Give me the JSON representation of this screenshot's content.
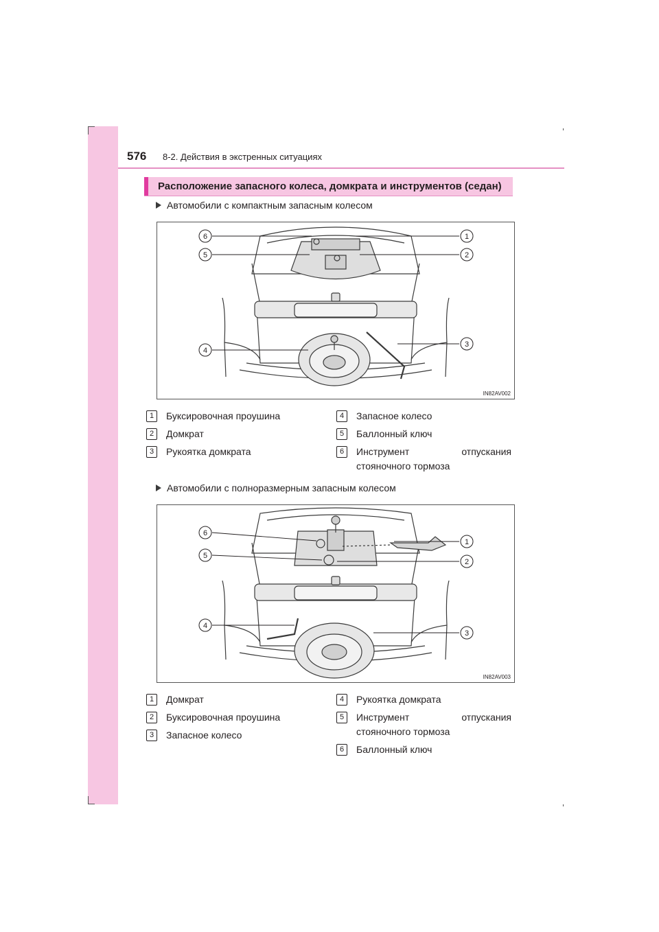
{
  "header": {
    "page_number": "576",
    "running_head": "8-2. Действия в экстренных ситуациях"
  },
  "section": {
    "heading": "Расположение запасного колеса, домкрата и инструментов (седан)"
  },
  "figure1": {
    "bullet": "Автомобили с компактным запасным колесом",
    "code": "IN82AV002",
    "callouts": [
      "6",
      "5",
      "4",
      "1",
      "2",
      "3"
    ],
    "legend_left": [
      {
        "n": "1",
        "text": "Буксировочная проушина"
      },
      {
        "n": "2",
        "text": "Домкрат"
      },
      {
        "n": "3",
        "text": "Рукоятка домкрата"
      }
    ],
    "legend_right": [
      {
        "n": "4",
        "text": "Запасное колесо"
      },
      {
        "n": "5",
        "text": "Баллонный ключ"
      },
      {
        "n": "6",
        "line1a": "Инструмент",
        "line1b": "отпускания",
        "line2": "стояночного тормоза"
      }
    ]
  },
  "figure2": {
    "bullet": "Автомобили с полноразмерным запасным колесом",
    "code": "IN82AV003",
    "callouts": [
      "6",
      "5",
      "4",
      "1",
      "2",
      "3"
    ],
    "legend_left": [
      {
        "n": "1",
        "text": "Домкрат"
      },
      {
        "n": "2",
        "text": "Буксировочная проушина"
      },
      {
        "n": "3",
        "text": "Запасное колесо"
      }
    ],
    "legend_right": [
      {
        "n": "4",
        "text": "Рукоятка домкрата"
      },
      {
        "n": "5",
        "line1a": "Инструмент",
        "line1b": "отпускания",
        "line2": "стояночного тормоза"
      },
      {
        "n": "6",
        "text": "Баллонный ключ"
      }
    ]
  },
  "colors": {
    "band": "#f7c6e2",
    "accent": "#e13b9f",
    "rule": "#e58fc3",
    "ink": "#231f20"
  }
}
